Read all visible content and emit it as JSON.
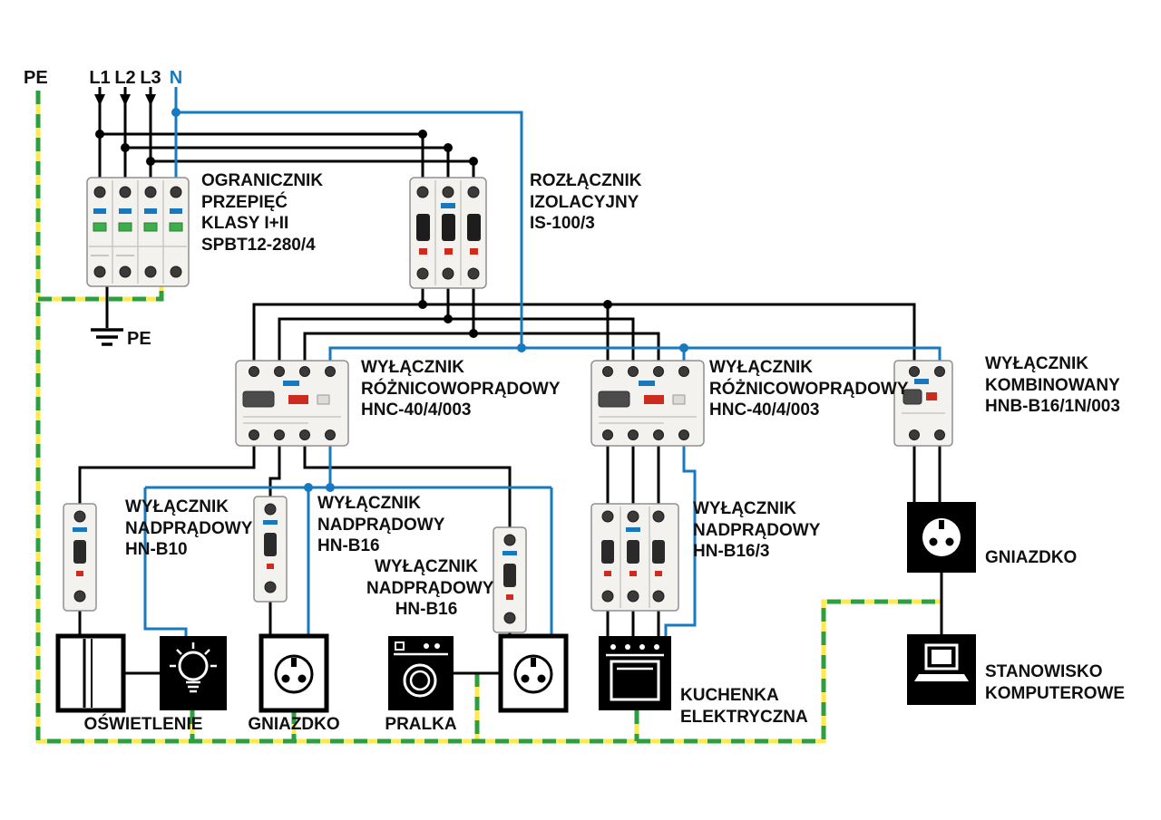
{
  "source": {
    "pe": "PE",
    "l1": "L1",
    "l2": "L2",
    "l3": "L3",
    "n": "N"
  },
  "earth_label": "PE",
  "colors": {
    "phase_wire": "#000000",
    "neutral_wire": "#1779c0",
    "pe_wire_green": "#2f9e3f",
    "pe_wire_yellow": "#ffe94d",
    "indicator_red": "#cc2b1d",
    "indicator_green": "#3fae4a",
    "brand_blue": "#1778be"
  },
  "devices": {
    "surge": {
      "label": "OGRANICZNIK\nPRZEPIĘĆ\nKLASY I+II\nSPBT12-280/4"
    },
    "isolator": {
      "label": "ROZŁĄCZNIK\nIZOLACYJNY\nIS-100/3"
    },
    "rcd1": {
      "label": "WYŁĄCZNIK\nRÓŻNICOWOPRĄDOWY\nHNC-40/4/003"
    },
    "rcd2": {
      "label": "WYŁĄCZNIK\nRÓŻNICOWOPRĄDOWY\nHNC-40/4/003"
    },
    "combo": {
      "label": "WYŁĄCZNIK\nKOMBINOWANY\nHNB-B16/1N/003"
    },
    "mcb_b10": {
      "label": "WYŁĄCZNIK\nNADPRĄDOWY\nHN-B10"
    },
    "mcb_b16_a": {
      "label": "WYŁĄCZNIK\nNADPRĄDOWY\nHN-B16"
    },
    "mcb_b16_b": {
      "label": "WYŁĄCZNIK\nNADPRĄDOWY\nHN-B16"
    },
    "mcb_b16_3": {
      "label": "WYŁĄCZNIK\nNADPRĄDOWY\nHN-B16/3"
    }
  },
  "loads": {
    "lighting": {
      "label": "OŚWIETLENIE"
    },
    "socket1": {
      "label": "GNIAZDKO"
    },
    "washer": {
      "label": "PRALKA"
    },
    "cooker": {
      "label": "KUCHENKA\nELEKTRYCZNA"
    },
    "socket2": {
      "label": "GNIAZDKO"
    },
    "computer": {
      "label": "STANOWISKO\nKOMPUTEROWE"
    }
  }
}
